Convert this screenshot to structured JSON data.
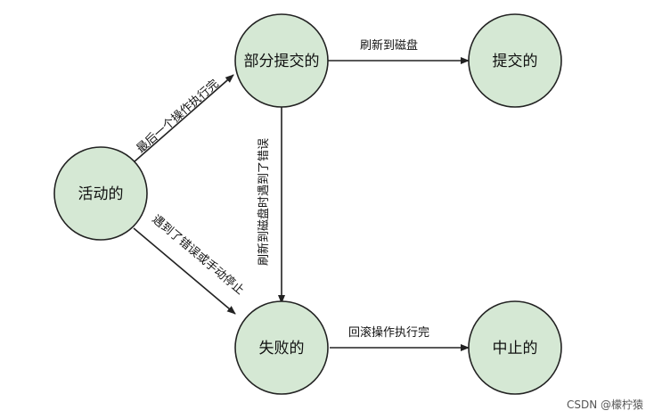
{
  "nodes": {
    "active": "活动的",
    "partially_committed": "部分提交的",
    "committed": "提交的",
    "failed": "失败的",
    "aborted": "中止的"
  },
  "edges": {
    "active_to_partial": "最后一个操作执行完",
    "partial_to_committed": "刷新到磁盘",
    "partial_to_failed": "刷新到磁盘时遇到了错误",
    "active_to_failed": "遇到了错误或手动停止",
    "failed_to_aborted": "回滚操作执行完"
  },
  "watermark": "CSDN @檬柠猿",
  "colors": {
    "node_fill": "#d5e8d4",
    "node_stroke": "#222222",
    "edge": "#222222"
  }
}
